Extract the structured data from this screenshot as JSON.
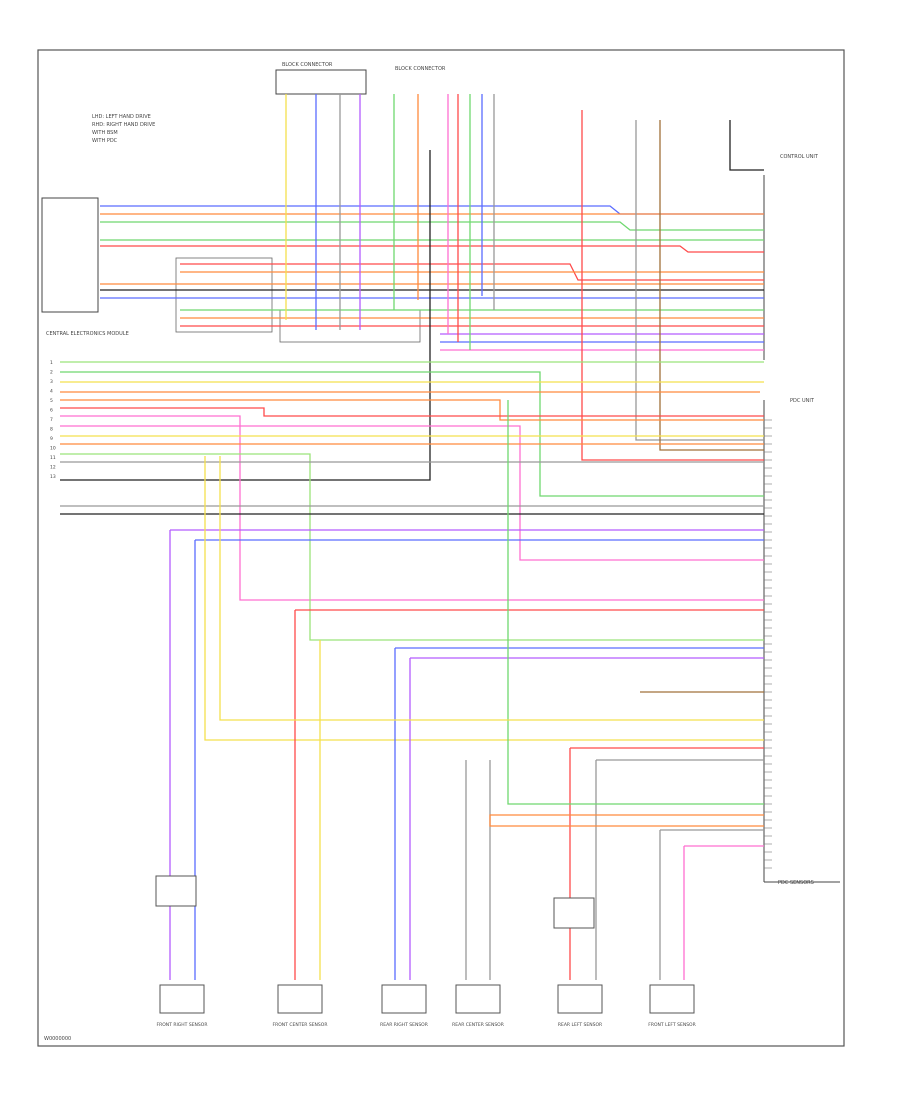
{
  "title": "",
  "footer_code": "W0000000",
  "legend": [
    "LHD: LEFT HAND DRIVE",
    "RHD: RIGHT HAND DRIVE",
    "WITH BSM",
    "WITH PDC"
  ],
  "connectors": {
    "top_center": "BLOCK CONNECTOR",
    "top_left": "BLOCK CONNECTOR",
    "right_top": "CONTROL UNIT",
    "right_main": "PDC UNIT",
    "right_bottom": "PDC SENSORS",
    "left_module": "CENTRAL ELECTRONICS MODULE"
  },
  "wire_colors": {
    "blue": "#5b6cff",
    "orange": "#ff8a3d",
    "green": "#6fd86f",
    "red": "#ff4a4a",
    "black": "#222222",
    "yellow": "#f4e04d",
    "violet": "#b45cff",
    "pink": "#ff6fd1",
    "brown": "#a0703a",
    "gray": "#999999",
    "lightgreen": "#9be37a"
  },
  "sensors": [
    {
      "label": "FRONT RIGHT SENSOR"
    },
    {
      "label": "FRONT CENTER SENSOR"
    },
    {
      "label": "REAR RIGHT SENSOR"
    },
    {
      "label": "REAR CENTER SENSOR"
    },
    {
      "label": "REAR LEFT SENSOR"
    },
    {
      "label": "FRONT LEFT SENSOR"
    }
  ],
  "pin_labels_left": [
    "1",
    "2",
    "3",
    "4",
    "5",
    "6",
    "7",
    "8",
    "9",
    "10",
    "11",
    "12",
    "13"
  ]
}
